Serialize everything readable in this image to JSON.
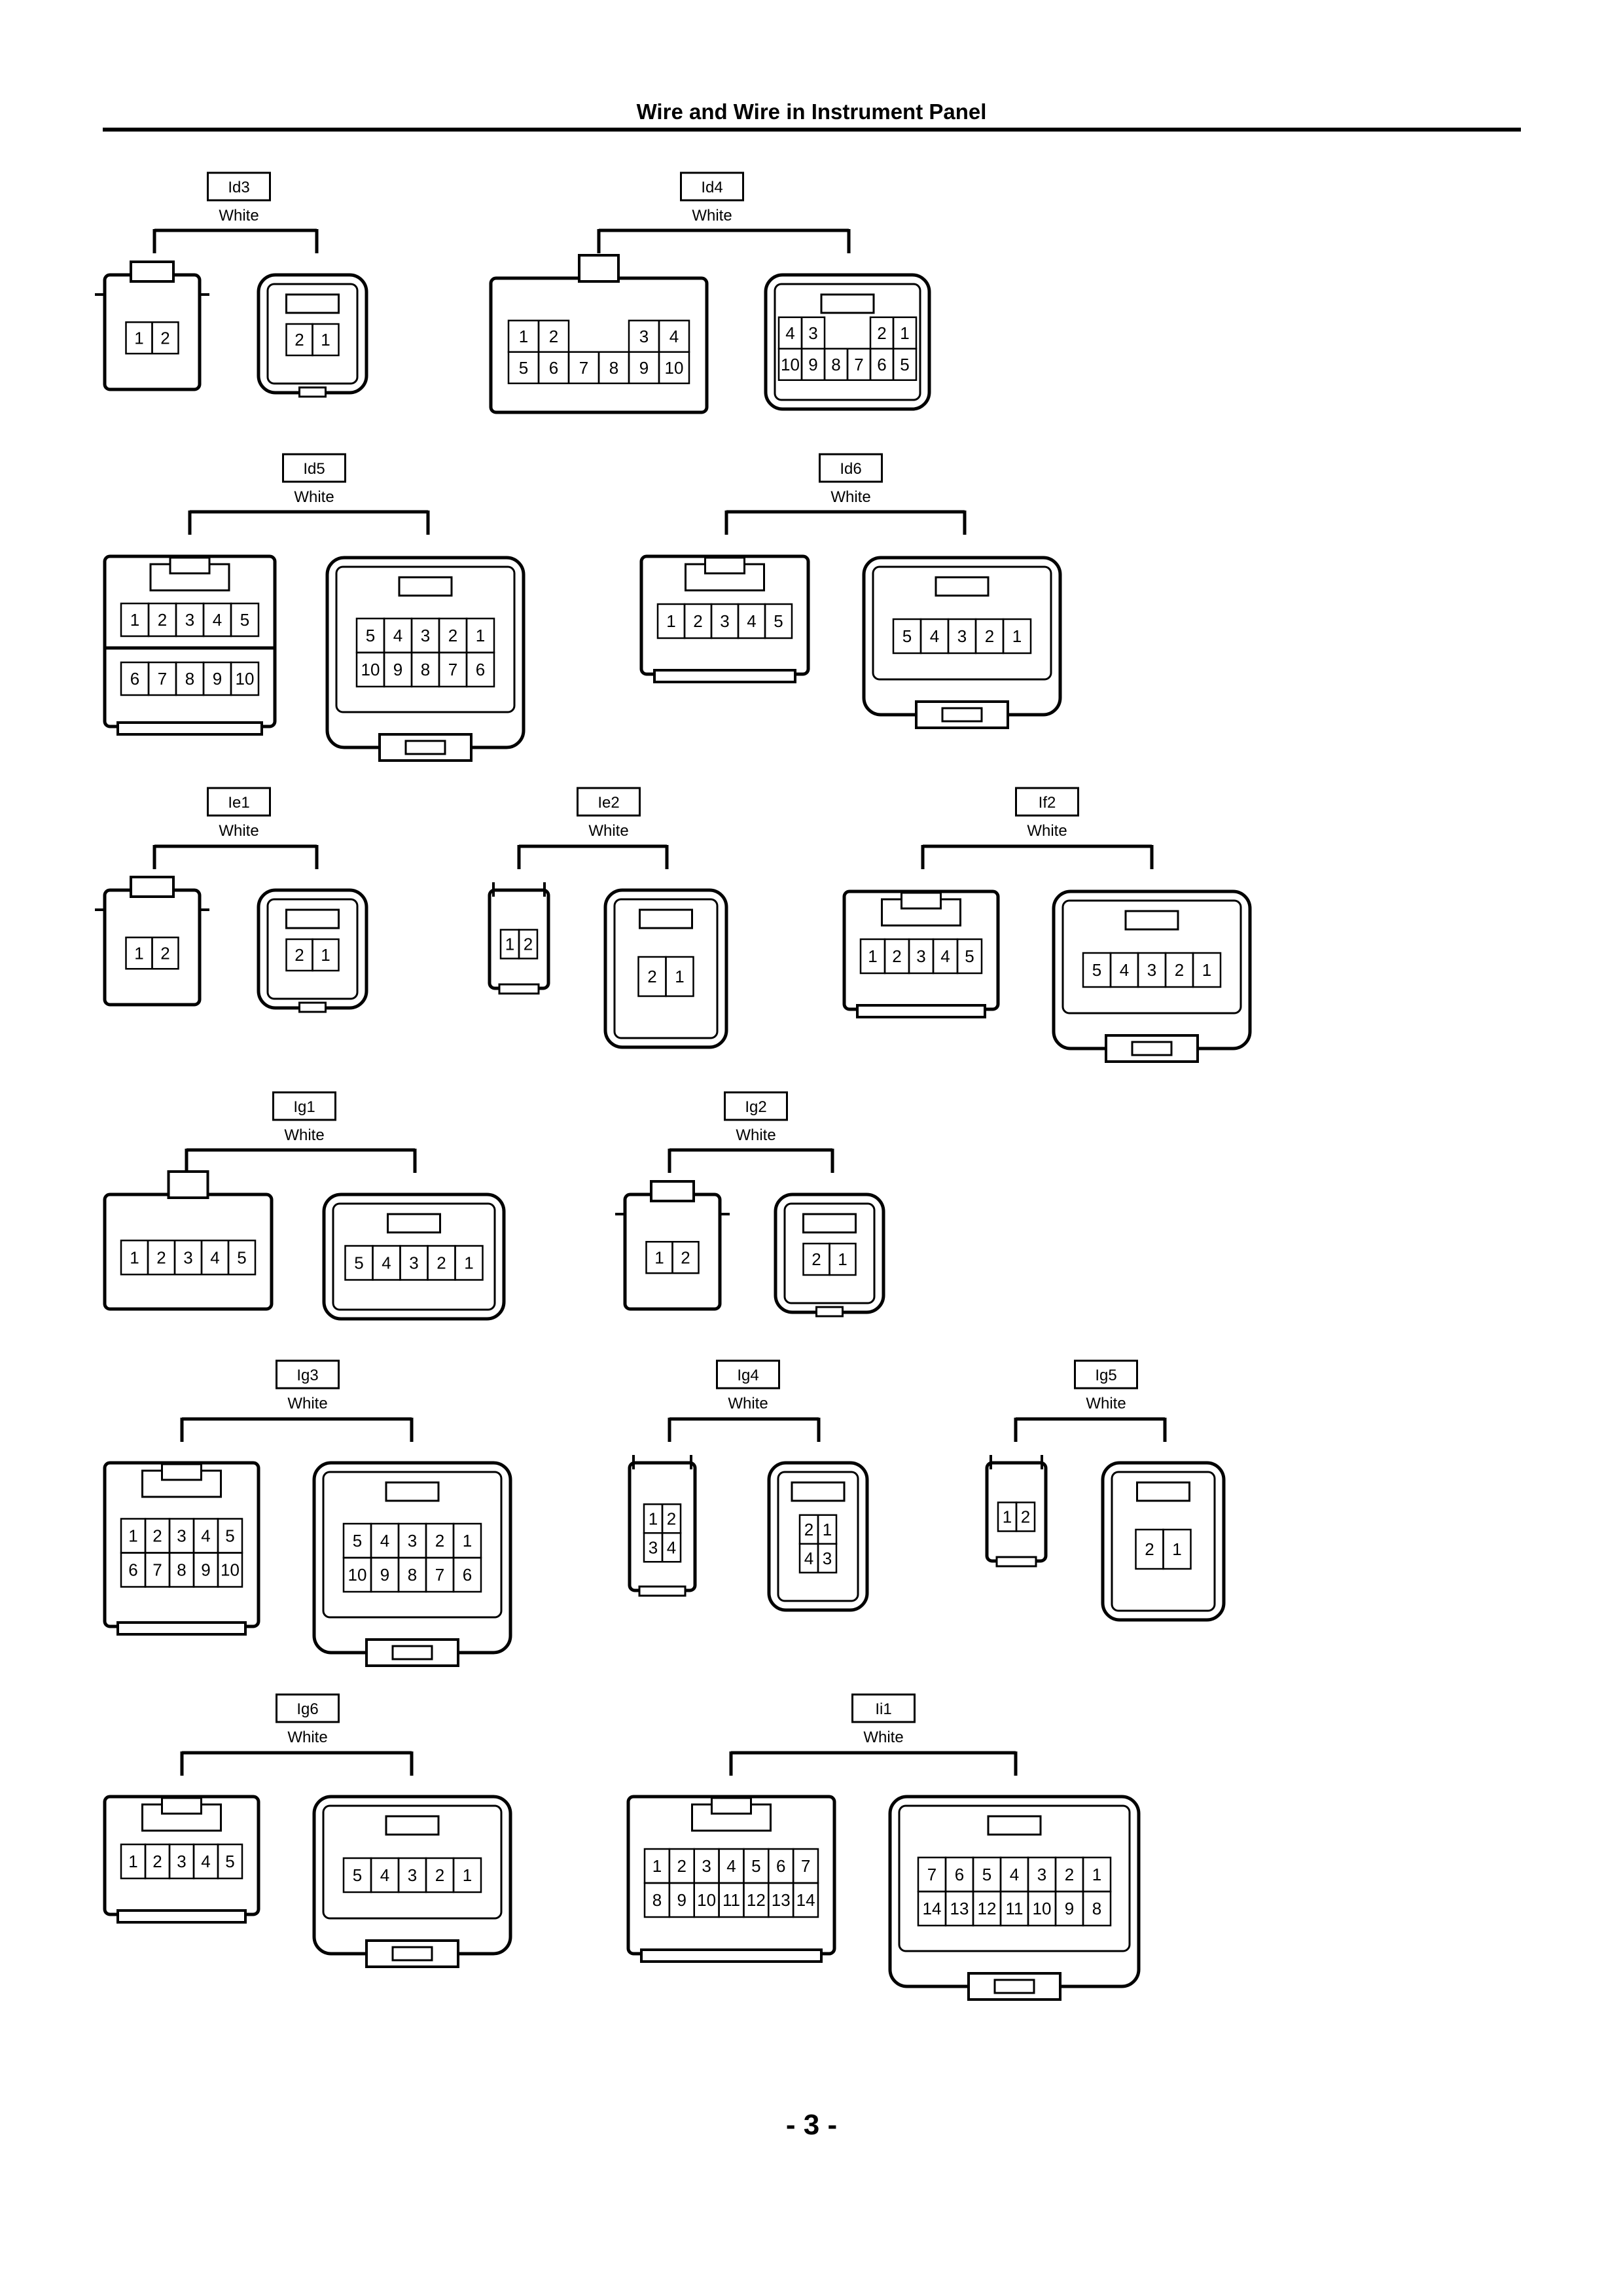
{
  "header": {
    "title": "Wire and Wire in Instrument Panel"
  },
  "footer": {
    "page_number": "- 3 -"
  },
  "connectors": [
    {
      "id": "Id3",
      "color": "White",
      "left": {
        "rows": [
          [
            "1",
            "2"
          ]
        ]
      },
      "right": {
        "rows": [
          [
            "2",
            "1"
          ]
        ]
      }
    },
    {
      "id": "Id4",
      "color": "White",
      "left": {
        "rows": [
          [
            "1",
            "2",
            "",
            "",
            "3",
            "4"
          ],
          [
            "5",
            "6",
            "7",
            "8",
            "9",
            "10"
          ]
        ]
      },
      "right": {
        "rows": [
          [
            "4",
            "3",
            "",
            "",
            "2",
            "1"
          ],
          [
            "10",
            "9",
            "8",
            "7",
            "6",
            "5"
          ]
        ]
      }
    },
    {
      "id": "Id5",
      "color": "White",
      "left": {
        "rows": [
          [
            "1",
            "2",
            "3",
            "4",
            "5"
          ],
          [
            "6",
            "7",
            "8",
            "9",
            "10"
          ]
        ]
      },
      "right": {
        "rows": [
          [
            "5",
            "4",
            "3",
            "2",
            "1"
          ],
          [
            "10",
            "9",
            "8",
            "7",
            "6"
          ]
        ]
      }
    },
    {
      "id": "Id6",
      "color": "White",
      "left": {
        "rows": [
          [
            "1",
            "2",
            "3",
            "4",
            "5"
          ]
        ]
      },
      "right": {
        "rows": [
          [
            "5",
            "4",
            "3",
            "2",
            "1"
          ]
        ]
      }
    },
    {
      "id": "Ie1",
      "color": "White",
      "left": {
        "rows": [
          [
            "1",
            "2"
          ]
        ]
      },
      "right": {
        "rows": [
          [
            "2",
            "1"
          ]
        ]
      }
    },
    {
      "id": "Ie2",
      "color": "White",
      "left": {
        "rows": [
          [
            "1",
            "2"
          ]
        ]
      },
      "right": {
        "rows": [
          [
            "2",
            "1"
          ]
        ]
      }
    },
    {
      "id": "If2",
      "color": "White",
      "left": {
        "rows": [
          [
            "1",
            "2",
            "3",
            "4",
            "5"
          ]
        ]
      },
      "right": {
        "rows": [
          [
            "5",
            "4",
            "3",
            "2",
            "1"
          ]
        ]
      }
    },
    {
      "id": "Ig1",
      "color": "White",
      "left": {
        "rows": [
          [
            "1",
            "2",
            "3",
            "4",
            "5"
          ]
        ]
      },
      "right": {
        "rows": [
          [
            "5",
            "4",
            "3",
            "2",
            "1"
          ]
        ]
      }
    },
    {
      "id": "Ig2",
      "color": "White",
      "left": {
        "rows": [
          [
            "1",
            "2"
          ]
        ]
      },
      "right": {
        "rows": [
          [
            "2",
            "1"
          ]
        ]
      }
    },
    {
      "id": "Ig3",
      "color": "White",
      "left": {
        "rows": [
          [
            "1",
            "2",
            "3",
            "4",
            "5"
          ],
          [
            "6",
            "7",
            "8",
            "9",
            "10"
          ]
        ]
      },
      "right": {
        "rows": [
          [
            "5",
            "4",
            "3",
            "2",
            "1"
          ],
          [
            "10",
            "9",
            "8",
            "7",
            "6"
          ]
        ]
      }
    },
    {
      "id": "Ig4",
      "color": "White",
      "left": {
        "rows": [
          [
            "1",
            "2"
          ],
          [
            "3",
            "4"
          ]
        ]
      },
      "right": {
        "rows": [
          [
            "2",
            "1"
          ],
          [
            "4",
            "3"
          ]
        ]
      }
    },
    {
      "id": "Ig5",
      "color": "White",
      "left": {
        "rows": [
          [
            "1",
            "2"
          ]
        ]
      },
      "right": {
        "rows": [
          [
            "2",
            "1"
          ]
        ]
      }
    },
    {
      "id": "Ig6",
      "color": "White",
      "left": {
        "rows": [
          [
            "1",
            "2",
            "3",
            "4",
            "5"
          ]
        ]
      },
      "right": {
        "rows": [
          [
            "5",
            "4",
            "3",
            "2",
            "1"
          ]
        ]
      }
    },
    {
      "id": "Ii1",
      "color": "White",
      "left": {
        "rows": [
          [
            "1",
            "2",
            "3",
            "4",
            "5",
            "6",
            "7"
          ],
          [
            "8",
            "9",
            "10",
            "11",
            "12",
            "13",
            "14"
          ]
        ]
      },
      "right": {
        "rows": [
          [
            "7",
            "6",
            "5",
            "4",
            "3",
            "2",
            "1"
          ],
          [
            "14",
            "13",
            "12",
            "11",
            "10",
            "9",
            "8"
          ]
        ]
      }
    }
  ]
}
